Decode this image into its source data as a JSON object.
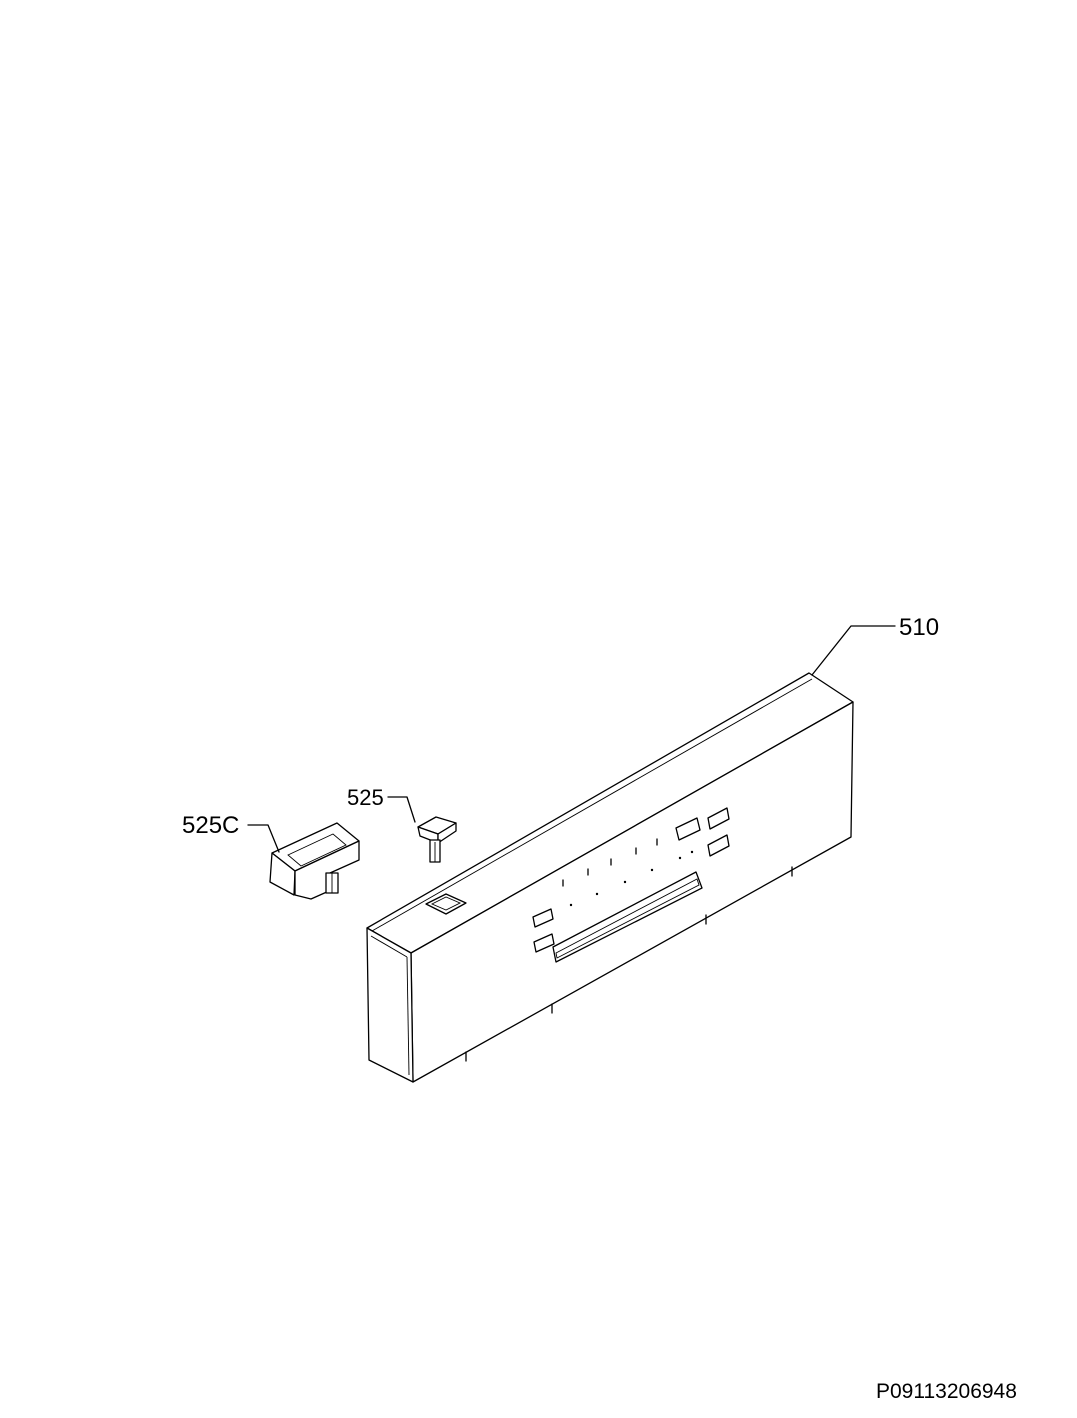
{
  "parts": [
    {
      "id": "510",
      "label": "510",
      "description": "control panel"
    },
    {
      "id": "525",
      "label": "525",
      "description": "push button"
    },
    {
      "id": "525C",
      "label": "525C",
      "description": "button holder"
    }
  ],
  "drawing_id": "P09113206948"
}
